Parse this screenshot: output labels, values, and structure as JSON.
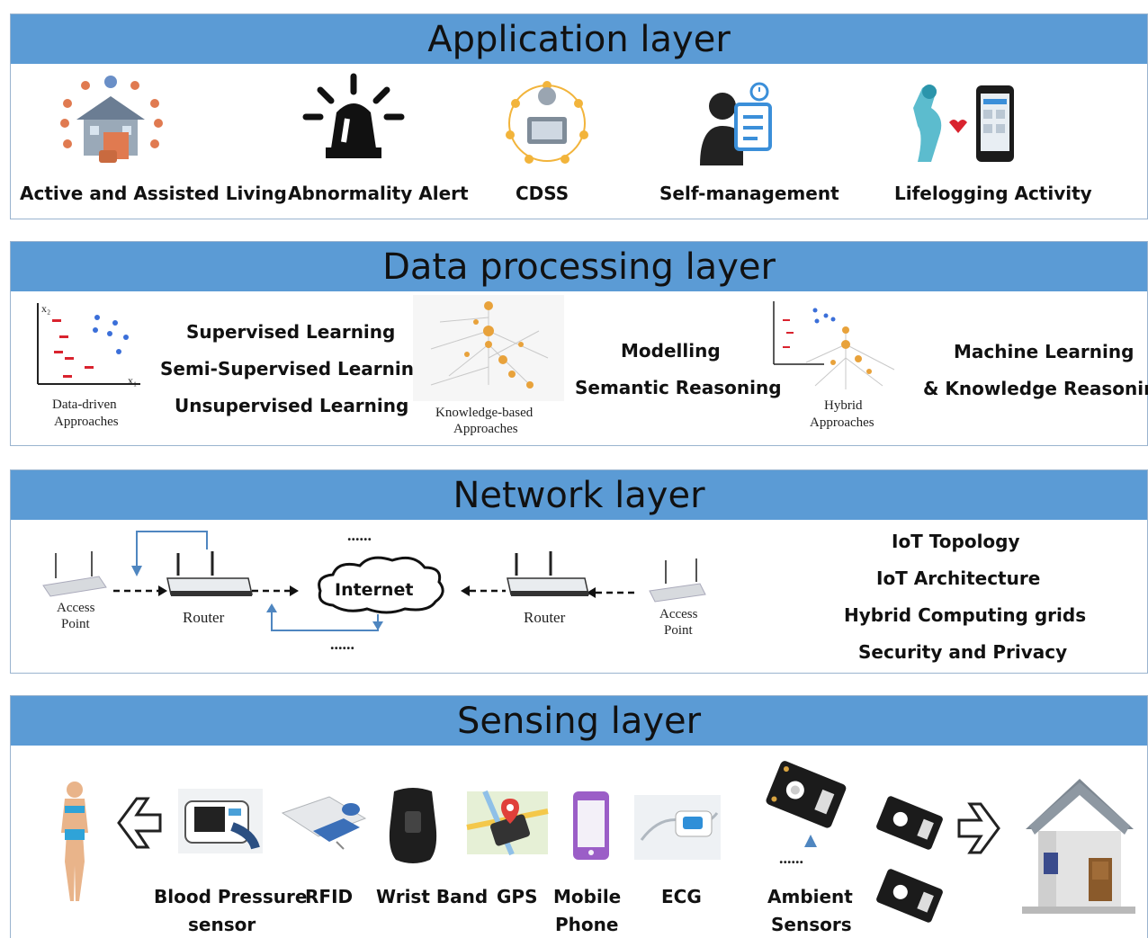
{
  "application": {
    "title": "Application layer",
    "items": [
      {
        "label": "Active and Assisted Living",
        "icon": "smart-home-icon"
      },
      {
        "label": "Abnormality Alert",
        "icon": "alarm-light-icon"
      },
      {
        "label": "CDSS",
        "icon": "clinical-network-icon"
      },
      {
        "label": "Self-management",
        "icon": "person-clipboard-icon"
      },
      {
        "label": "Lifelogging Activity",
        "icon": "fitness-phone-icon"
      }
    ]
  },
  "processing": {
    "title": "Data processing layer",
    "data_driven_caption": [
      "Data-driven",
      "Approaches"
    ],
    "learning": [
      "Supervised Learning",
      "Semi-Supervised Learning",
      "Unsupervised Learning"
    ],
    "knowledge_caption": [
      "Knowledge-based",
      "Approaches"
    ],
    "knowledge_items": [
      "Modelling",
      "Semantic Reasoning"
    ],
    "hybrid_caption": [
      "Hybrid",
      "Approaches"
    ],
    "hybrid_items": [
      "Machine Learning",
      "& Knowledge Reasoning"
    ],
    "axis": {
      "x": "x₁",
      "y": "x₂"
    }
  },
  "network": {
    "title": "Network layer",
    "access_point": [
      "Access",
      "Point"
    ],
    "router": "Router",
    "internet": "Internet",
    "dots": "......",
    "topics": [
      "IoT Topology",
      "IoT Architecture",
      "Hybrid Computing grids",
      "Security and Privacy"
    ]
  },
  "sensing": {
    "title": "Sensing layer",
    "blood_pressure": [
      "Blood Pressure",
      "sensor"
    ],
    "rfid": "RFID",
    "wrist_band": "Wrist Band",
    "gps": "GPS",
    "mobile_phone": [
      "Mobile",
      "Phone"
    ],
    "ecg": "ECG",
    "ambient": [
      "Ambient",
      "Sensors"
    ],
    "dots": "......"
  },
  "colors": {
    "header": "#5b9bd5",
    "border": "#9ab4cf",
    "arrow_blue": "#4f86c0"
  }
}
